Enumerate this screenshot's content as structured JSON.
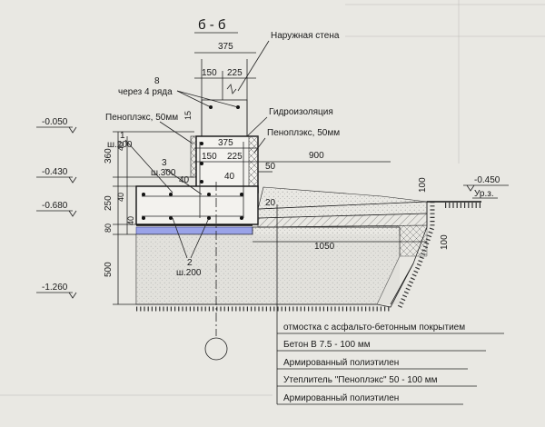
{
  "section_title": "б - б",
  "callouts": {
    "outer_wall": "Наружная стена",
    "waterproofing": "Гидроизоляция",
    "penoplex_right": "Пеноплэкс, 50мм",
    "penoplex_left": "Пеноплэкс, 50мм",
    "anchor_pitch_line1": "8",
    "anchor_pitch_line2": "через 4 ряда",
    "grade_level": "Ур.з."
  },
  "levels": {
    "l1": "-0.050",
    "l2": "-0.430",
    "l3": "-0.680",
    "l4": "-1.260",
    "right": "-0.450"
  },
  "dimensions": {
    "wall_total": "375",
    "wall_left": "150",
    "wall_right": "225",
    "inner_total": "375",
    "inner_left": "150",
    "inner_right": "225",
    "d15": "15",
    "d40a": "40",
    "d40b": "40",
    "d40c": "40",
    "d40d": "40",
    "d50": "50",
    "d20": "20",
    "d900": "900",
    "d1050": "1050",
    "d100a": "100",
    "d100b": "100",
    "v360": "360",
    "v250": "250",
    "v80": "80",
    "v500": "500"
  },
  "rebar_marks": {
    "m1": "1",
    "m1_step": "ш.200",
    "m3": "3",
    "m3_step": "ш.300",
    "m2": "2",
    "m2_step": "ш.200"
  },
  "legend_layers": [
    "отмостка с асфальто-бетонным покрытием",
    "Бетон В 7.5 - 100 мм",
    "Армированный полиэтилен",
    "Утеплитель \"Пеноплэкс\" 50 - 100 мм",
    "Армированный полиэтилен"
  ],
  "colors": {
    "background": "#e9e8e3",
    "ink": "#1a1a1a",
    "insulation_blue": "#9aa3e8",
    "gravel": "#d6d6d2"
  }
}
